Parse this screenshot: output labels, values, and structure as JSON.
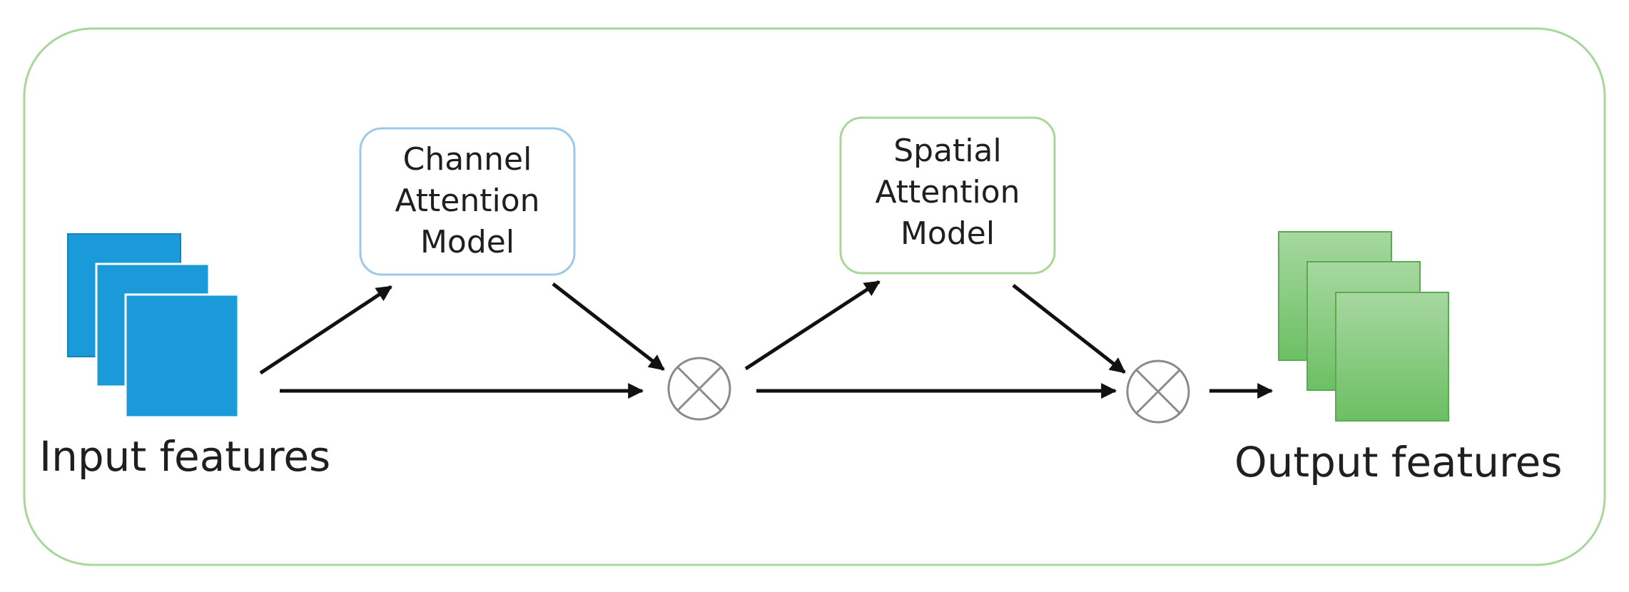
{
  "diagram": {
    "input_label": "Input features",
    "output_label": "Output features",
    "channel_box": {
      "lines": [
        "Channel",
        "Attention",
        "Model"
      ]
    },
    "spatial_box": {
      "lines": [
        "Spatial",
        "Attention",
        "Model"
      ]
    },
    "colors": {
      "frame": "#a9d69a",
      "channel_border": "#9cc8ea",
      "spatial_border": "#a9d69a",
      "input_fill": "#1a9ad9",
      "input_edge": "#1583bb",
      "output_fill_light": "#a7d8a0",
      "output_fill_dark": "#6cbf64",
      "output_edge": "#5aaa52",
      "arrow": "#111111",
      "multiply_stroke": "#8a8a8a"
    }
  }
}
